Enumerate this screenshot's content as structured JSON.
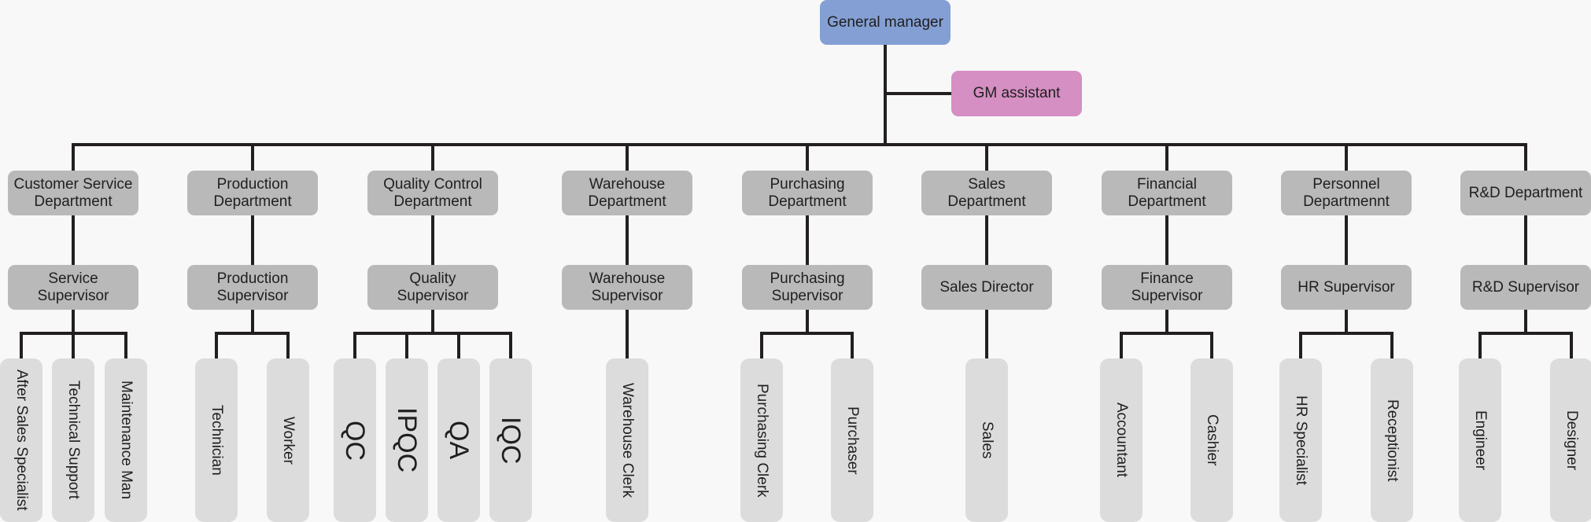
{
  "root": {
    "label": "General manager"
  },
  "assistant": {
    "label": "GM assistant"
  },
  "departments": [
    {
      "dept_lines": [
        "Customer Service",
        "Department"
      ],
      "supervisor_lines": [
        "Service",
        "Supervisor"
      ],
      "roles": [
        "After Sales Specialist",
        "Technical Support",
        "Maintenance Man"
      ]
    },
    {
      "dept_lines": [
        "Production",
        "Department"
      ],
      "supervisor_lines": [
        "Production",
        "Supervisor"
      ],
      "roles": [
        "Technician",
        "Worker"
      ]
    },
    {
      "dept_lines": [
        "Quality Control",
        "Department"
      ],
      "supervisor_lines": [
        "Quality",
        "Supervisor"
      ],
      "roles": [
        "QC",
        "IPQC",
        "QA",
        "IQC"
      ]
    },
    {
      "dept_lines": [
        "Warehouse",
        "Department"
      ],
      "supervisor_lines": [
        "Warehouse",
        "Supervisor"
      ],
      "roles": [
        "Warehouse Clerk"
      ]
    },
    {
      "dept_lines": [
        "Purchasing",
        "Department"
      ],
      "supervisor_lines": [
        "Purchasing",
        "Supervisor"
      ],
      "roles": [
        "Purchasing Clerk",
        "Purchaser"
      ]
    },
    {
      "dept_lines": [
        "Sales",
        "Department"
      ],
      "supervisor_lines": [
        "Sales Director"
      ],
      "roles": [
        "Sales"
      ]
    },
    {
      "dept_lines": [
        "Financial",
        "Department"
      ],
      "supervisor_lines": [
        "Finance",
        "Supervisor"
      ],
      "roles": [
        "Accountant",
        "Cashier"
      ]
    },
    {
      "dept_lines": [
        "Personnel",
        "Departmennt"
      ],
      "supervisor_lines": [
        "HR Supervisor"
      ],
      "roles": [
        "HR Specialist",
        "Receptionist"
      ]
    },
    {
      "dept_lines": [
        "R&D Department"
      ],
      "supervisor_lines": [
        "R&D Supervisor"
      ],
      "roles": [
        "Engineer",
        "Designer"
      ]
    }
  ],
  "colors": {
    "root": "#849fd3",
    "assistant": "#d58fc2",
    "department": "#b9b9b9",
    "supervisor": "#b9b9b9",
    "role": "#dcdcdc",
    "connector": "#231f20"
  }
}
